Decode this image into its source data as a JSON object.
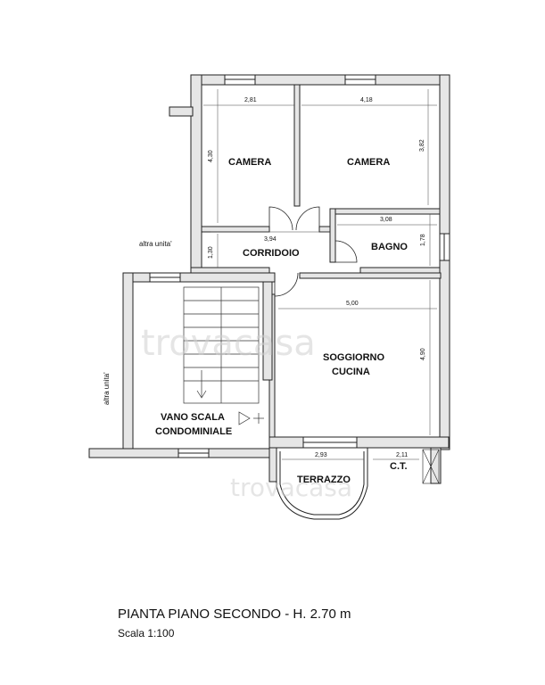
{
  "plan": {
    "title": "PIANTA PIANO SECONDO - H. 2.70 m",
    "scale": "Scala 1:100",
    "rooms": {
      "camera_left": "CAMERA",
      "camera_right": "CAMERA",
      "corridoio": "CORRIDOIO",
      "bagno": "BAGNO",
      "soggiorno_1": "SOGGIORNO",
      "soggiorno_2": "CUCINA",
      "vano_1": "VANO SCALA",
      "vano_2": "CONDOMINIALE",
      "terrazzo": "TERRAZZO",
      "ct": "C.T."
    },
    "dimensions": {
      "camera_left_w": "2,81",
      "camera_left_h": "4,30",
      "camera_right_w": "4,18",
      "camera_right_h": "3,82",
      "corridoio_w": "3,94",
      "corridoio_h": "1,30",
      "bagno_w": "3,08",
      "bagno_h": "1,78",
      "soggiorno_w": "5,00",
      "soggiorno_h": "4,90",
      "terrazzo_w": "2,93",
      "ct_w": "2,11"
    },
    "others": {
      "altra_top": "altra unita'",
      "altra_left": "altra unita'"
    },
    "watermark": {
      "main": "trovacasa",
      "secondary": "trovacasa"
    }
  }
}
